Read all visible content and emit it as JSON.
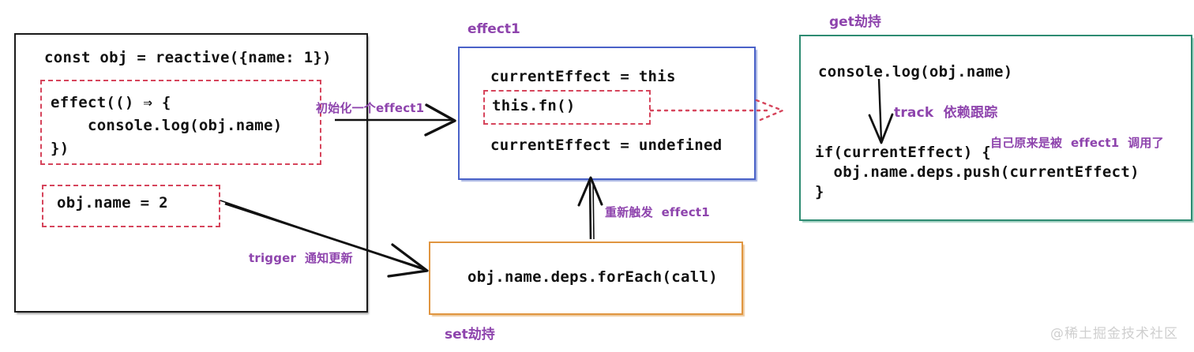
{
  "diagram": {
    "title_watermark": "@稀土掘金技术社区",
    "left_panel": {
      "name": "reactive-source-panel",
      "line_declaration": "const obj = reactive({name: 1})",
      "effect_block": [
        "effect(() ⇒ {",
        "    console.log(obj.name)",
        "})"
      ],
      "assignment_block": "obj.name = 2"
    },
    "middle_panel": {
      "label": "effect1",
      "lines": [
        "currentEffect = this",
        "this.fn()",
        "currentEffect = undefined"
      ],
      "highlighted_line": "this.fn()"
    },
    "right_panel": {
      "label": "get劫持",
      "lines": [
        "console.log(obj.name)",
        "if(currentEffect) {",
        "  obj.name.deps.push(currentEffect)",
        "}"
      ],
      "track_annotation": "track  依赖跟踪",
      "called_by_annotation": "自己原来是被  effect1  调用了"
    },
    "bottom_panel": {
      "label": "set劫持",
      "line": "obj.name.deps.forEach(call)"
    },
    "annotations": {
      "init_effect": "初始化一个effect1",
      "trigger_notify": "trigger  通知更新",
      "retrigger_effect": "重新触发  effect1"
    },
    "colors": {
      "purple_annotation": "#8E44AD",
      "red_dashed": "#d6455c",
      "blue_border": "#4a62c8",
      "green_border": "#2e8b72",
      "orange_border": "#e09540",
      "black_border": "#1a1a1a",
      "code_text": "#111111",
      "watermark": "#cfcfcf"
    }
  }
}
